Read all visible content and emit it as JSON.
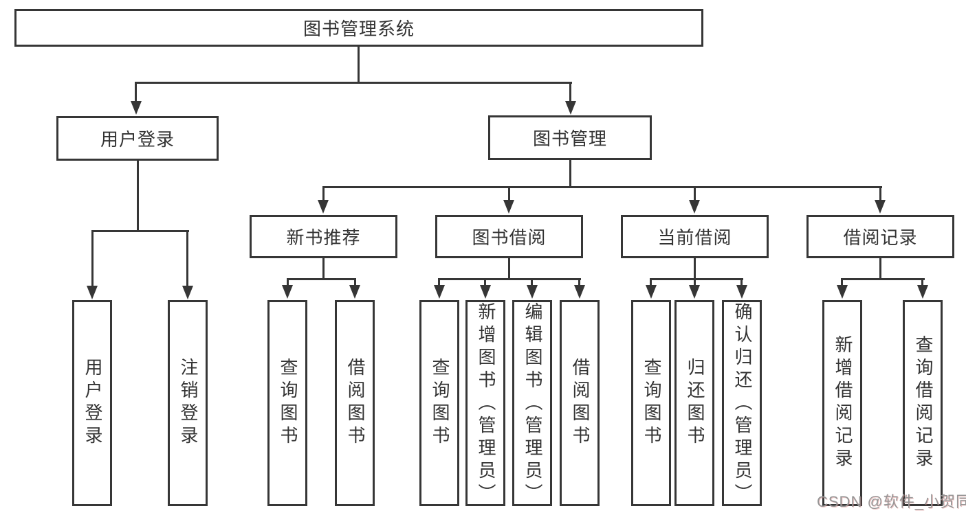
{
  "tree": {
    "root": {
      "label": "图书管理系统"
    },
    "branches": [
      {
        "label": "用户登录",
        "children": [
          {
            "label": "用户登录"
          },
          {
            "label": "注销登录"
          }
        ]
      },
      {
        "label": "图书管理",
        "children": [
          {
            "label": "新书推荐",
            "children": [
              {
                "label": "查询图书"
              },
              {
                "label": "借阅图书"
              }
            ]
          },
          {
            "label": "图书借阅",
            "children": [
              {
                "label": "查询图书"
              },
              {
                "label": "新增图书（管理员）"
              },
              {
                "label": "编辑图书（管理员）"
              },
              {
                "label": "借阅图书"
              }
            ]
          },
          {
            "label": "当前借阅",
            "children": [
              {
                "label": "查询图书"
              },
              {
                "label": "归还图书"
              },
              {
                "label": "确认归还（管理员）"
              }
            ]
          },
          {
            "label": "借阅记录",
            "children": [
              {
                "label": "新增借阅记录"
              },
              {
                "label": "查询借阅记录"
              }
            ]
          }
        ]
      }
    ]
  },
  "watermark": {
    "text": "CSDN @软件_小贺同学"
  },
  "colors": {
    "line": "#363636",
    "text": "#333333",
    "watermark": "#969696",
    "background": "#ffffff"
  }
}
